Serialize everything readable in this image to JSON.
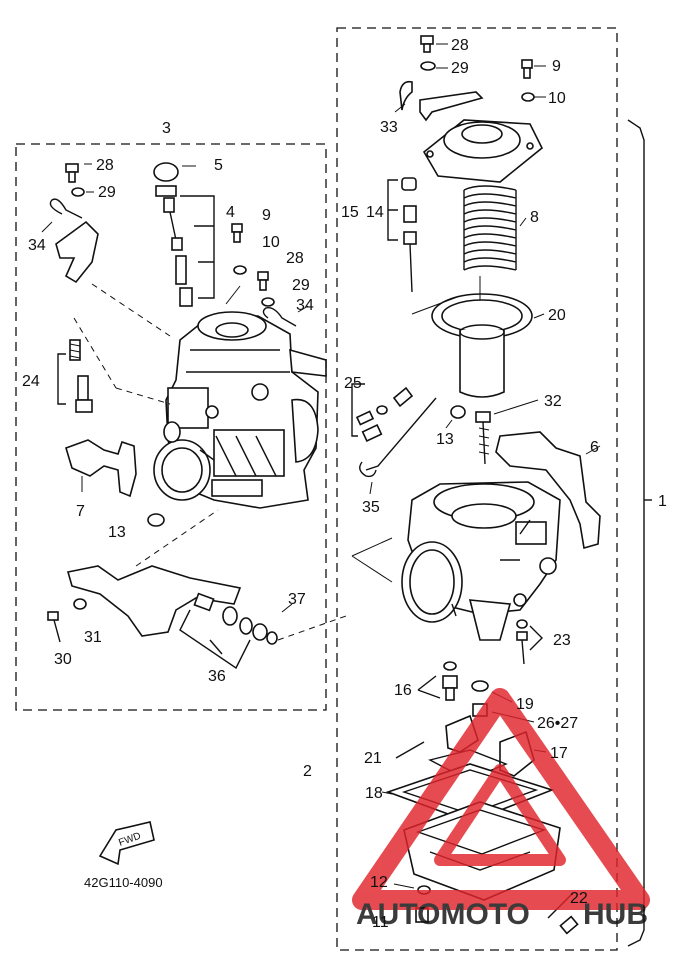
{
  "diagram": {
    "part_code": "42G110-4090",
    "fwd_label": "FWD",
    "callouts": [
      {
        "id": "c28a",
        "text": "28"
      },
      {
        "id": "c29a",
        "text": "29"
      },
      {
        "id": "c9a",
        "text": "9"
      },
      {
        "id": "c10a",
        "text": "10"
      },
      {
        "id": "c33",
        "text": "33"
      },
      {
        "id": "c15_14",
        "text": "15"
      },
      {
        "id": "c14b",
        "text": "14"
      },
      {
        "id": "c8",
        "text": "8"
      },
      {
        "id": "c20",
        "text": "20"
      },
      {
        "id": "c25",
        "text": "25"
      },
      {
        "id": "c32",
        "text": "32"
      },
      {
        "id": "c13a",
        "text": "13"
      },
      {
        "id": "c6",
        "text": "6"
      },
      {
        "id": "c35",
        "text": "35"
      },
      {
        "id": "c1",
        "text": "1"
      },
      {
        "id": "c23",
        "text": "23"
      },
      {
        "id": "c16",
        "text": "16"
      },
      {
        "id": "c19",
        "text": "19"
      },
      {
        "id": "c26_27",
        "text": "26•27"
      },
      {
        "id": "c21",
        "text": "21"
      },
      {
        "id": "c17",
        "text": "17"
      },
      {
        "id": "c2",
        "text": "2"
      },
      {
        "id": "c18",
        "text": "18"
      },
      {
        "id": "c12",
        "text": "12"
      },
      {
        "id": "c11",
        "text": "11"
      },
      {
        "id": "c22",
        "text": "22"
      },
      {
        "id": "c3",
        "text": "3"
      },
      {
        "id": "c28b",
        "text": "28"
      },
      {
        "id": "c5",
        "text": "5"
      },
      {
        "id": "c29b",
        "text": "29"
      },
      {
        "id": "c4",
        "text": "4"
      },
      {
        "id": "c34a",
        "text": "34"
      },
      {
        "id": "c9b",
        "text": "9"
      },
      {
        "id": "c10b",
        "text": "10"
      },
      {
        "id": "c28c",
        "text": "28"
      },
      {
        "id": "c29c",
        "text": "29"
      },
      {
        "id": "c34b",
        "text": "34"
      },
      {
        "id": "c24",
        "text": "24"
      },
      {
        "id": "c7",
        "text": "7"
      },
      {
        "id": "c13b",
        "text": "13"
      },
      {
        "id": "c37",
        "text": "37"
      },
      {
        "id": "c31",
        "text": "31"
      },
      {
        "id": "c30",
        "text": "30"
      },
      {
        "id": "c36",
        "text": "36"
      }
    ]
  },
  "watermark": {
    "text_left": "AUTOMOTO",
    "text_right": "HUB",
    "color_left": "#f2a321",
    "color_right": "#9a9a9a",
    "triangle_color": "#e0242a"
  }
}
